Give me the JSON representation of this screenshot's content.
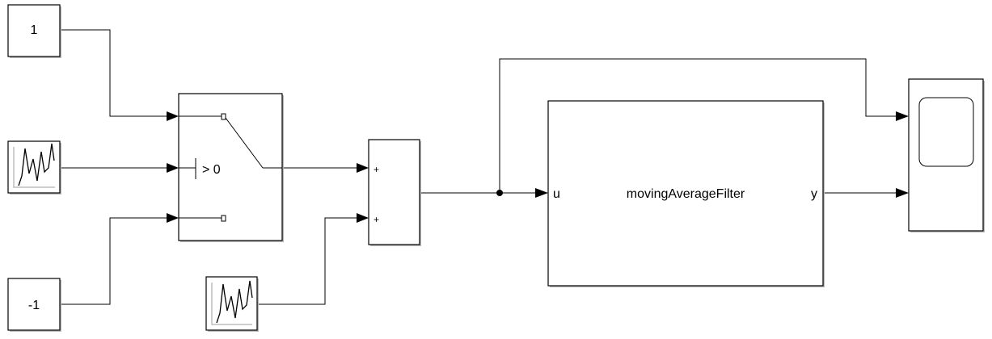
{
  "diagram": {
    "constant_top": {
      "value": "1"
    },
    "constant_bottom": {
      "value": "-1"
    },
    "switch_block": {
      "criteria": "> 0"
    },
    "sum_block": {
      "sign_1": "+",
      "sign_2": "+"
    },
    "subsystem": {
      "name": "movingAverageFilter",
      "input_port": "u",
      "output_port": "y"
    },
    "noise_source_top": {
      "icon": "random-signal-icon"
    },
    "noise_source_bottom": {
      "icon": "random-signal-icon"
    },
    "scope": {
      "icon": "scope-screen-icon"
    }
  }
}
